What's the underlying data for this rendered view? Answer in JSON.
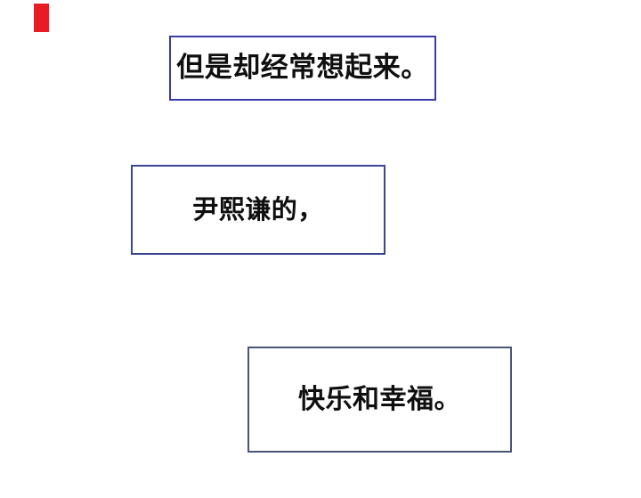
{
  "page": {
    "background_color": "#ffffff",
    "marker_color": "#ea1c23",
    "text_color": "#0f0f0f"
  },
  "panels": [
    {
      "text": "但是却经常想起来。",
      "border_color": "#3b3caa"
    },
    {
      "text": "尹熙谦的，",
      "border_color": "#3a4790"
    },
    {
      "text": "快乐和幸福。",
      "border_color": "#4a5578"
    }
  ]
}
